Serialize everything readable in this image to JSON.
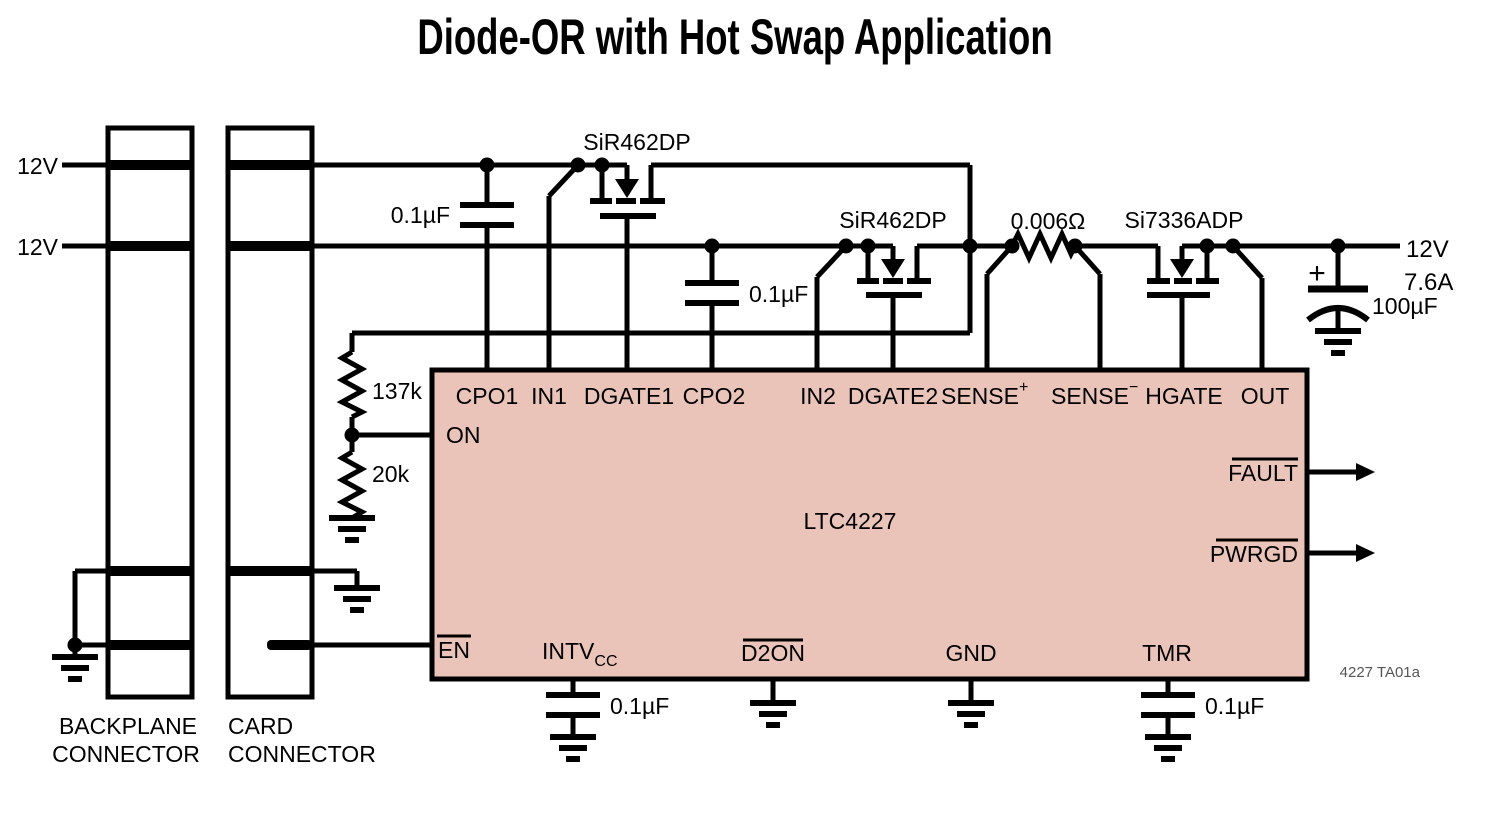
{
  "title": "Diode-OR with Hot Swap Application",
  "colors": {
    "ic_fill": "#eac4b9",
    "wire": "#000000",
    "note_gray": "#555555"
  },
  "power_inputs": {
    "rail1": "12V",
    "rail2": "12V"
  },
  "connectors": {
    "backplane": {
      "line1": "BACKPLANE",
      "line2": "CONNECTOR"
    },
    "card": {
      "line1": "CARD",
      "line2": "CONNECTOR"
    }
  },
  "components": {
    "cap_cpo1": "0.1µF",
    "cap_cpo2": "0.1µF",
    "cap_intvcc": "0.1µF",
    "cap_tmr": "0.1µF",
    "cap_output": {
      "value": "100µF",
      "polarity": "+"
    },
    "res_divider_top": "137k",
    "res_divider_bottom": "20k",
    "res_sense": "0.006Ω",
    "mosfet_q1": "SiR462DP",
    "mosfet_q2": "SiR462DP",
    "mosfet_q3": "Si7336ADP"
  },
  "ic": {
    "name": "LTC4227",
    "pins_top": [
      {
        "label": "CPO1"
      },
      {
        "label": "IN1"
      },
      {
        "label": "DGATE1"
      },
      {
        "label": "CPO2"
      },
      {
        "label": "IN2"
      },
      {
        "label": "DGATE2"
      },
      {
        "label": "SENSE",
        "script": "+"
      },
      {
        "label": "SENSE",
        "script": "−"
      },
      {
        "label": "HGATE"
      },
      {
        "label": "OUT"
      }
    ],
    "pins_left": {
      "on": "ON",
      "en": "EN"
    },
    "pins_right": {
      "fault": "FAULT",
      "pwrgd": "PWRGD"
    },
    "pins_bottom": {
      "intvcc": "INTV",
      "intvcc_sub": "CC",
      "d2on": "D2ON",
      "gnd": "GND",
      "tmr": "TMR"
    }
  },
  "output": {
    "voltage": "12V",
    "current": "7.6A"
  },
  "note": "4227 TA01a"
}
